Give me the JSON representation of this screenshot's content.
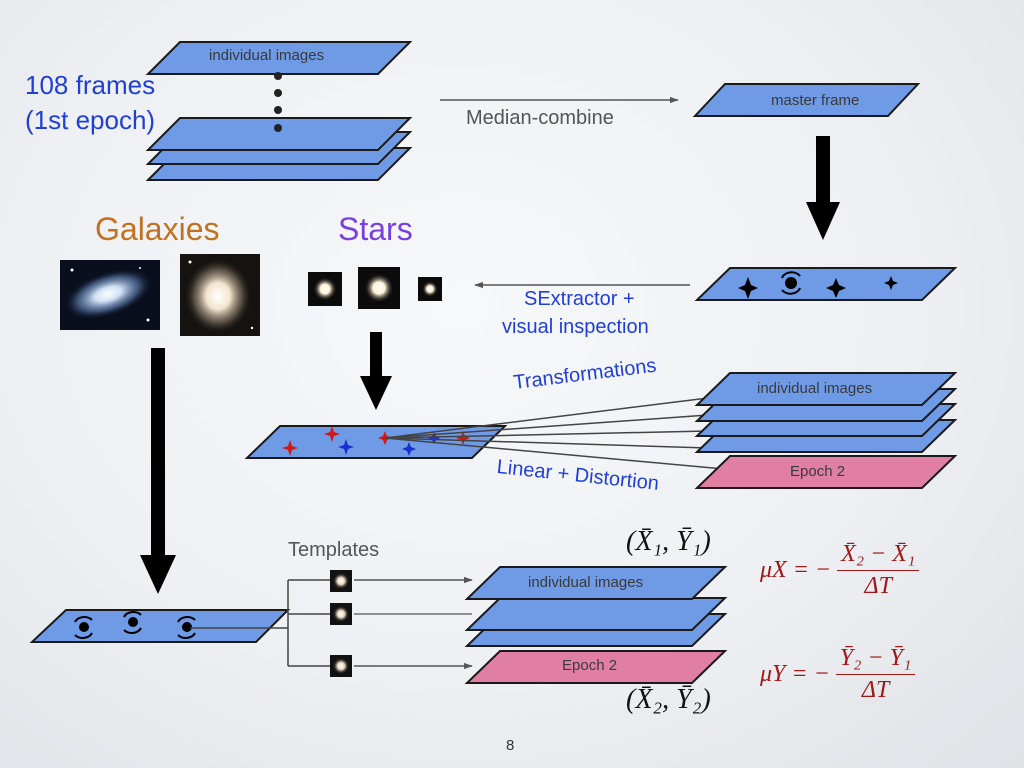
{
  "labels": {
    "frames_count": "108 frames",
    "frames_epoch": "(1st epoch)",
    "individual_images": "individual images",
    "median_combine": "Median-combine",
    "master_frame": "master frame",
    "galaxies": "Galaxies",
    "stars": "Stars",
    "sextractor_line1": "SExtractor +",
    "sextractor_line2": "visual inspection",
    "transformations": "Transformations",
    "linear_distortion": "Linear + Distortion",
    "epoch2": "Epoch 2",
    "templates": "Templates",
    "coord1": "(X̄₁, Ȳ₁)",
    "coord2": "(X̄₂, Ȳ₂)",
    "page_number": "8"
  },
  "equations": {
    "mux_lhs": "μX = −",
    "mux_num": "X̄₂ − X̄₁",
    "mux_den": "ΔT",
    "muy_lhs": "μY = −",
    "muy_num": "Ȳ₂ − Ȳ₁",
    "muy_den": "ΔT"
  },
  "colors": {
    "plane_blue": "#6f9ae6",
    "plane_pink": "#e07fa2",
    "blue_text": "#1f3fd6",
    "galaxies_text": "#c2711f",
    "stars_text": "#7a3fe0",
    "equation_red": "#a01818"
  }
}
